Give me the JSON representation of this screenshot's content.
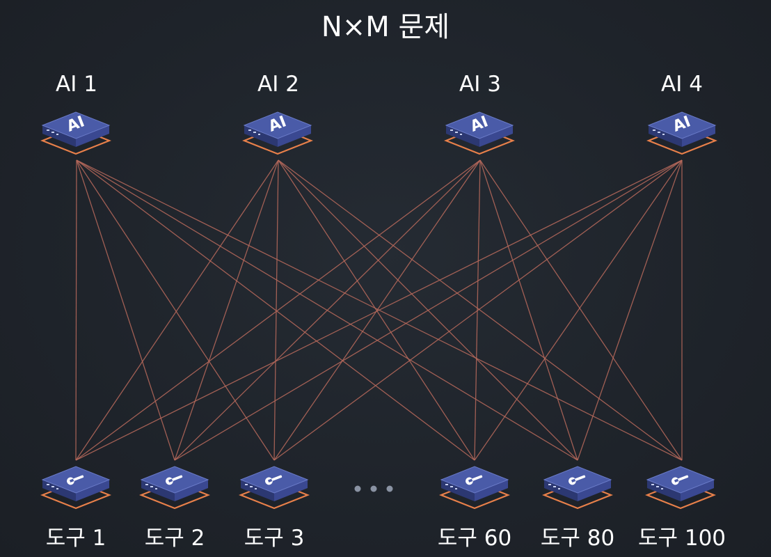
{
  "title": "N×M 문제",
  "ai_nodes": [
    {
      "label": "AI 1",
      "chip_text": "AI"
    },
    {
      "label": "AI 2",
      "chip_text": "AI"
    },
    {
      "label": "AI 3",
      "chip_text": "AI"
    },
    {
      "label": "AI 4",
      "chip_text": "AI"
    }
  ],
  "tool_nodes": [
    {
      "label": "도구 1",
      "icon": "wrench-icon"
    },
    {
      "label": "도구 2",
      "icon": "wrench-icon"
    },
    {
      "label": "도구 3",
      "icon": "wrench-icon"
    },
    {
      "label": "도구 60",
      "icon": "wrench-icon"
    },
    {
      "label": "도구 80",
      "icon": "wrench-icon"
    },
    {
      "label": "도구 100",
      "icon": "wrench-icon"
    }
  ],
  "ellipsis_icon": "ellipsis-icon",
  "colors": {
    "background": "#1f242b",
    "chip_top": "#4a5ba8",
    "chip_side": "#323f7e",
    "chip_outline": "#e8804a",
    "connection": "#b86a5c",
    "text": "#ffffff"
  }
}
